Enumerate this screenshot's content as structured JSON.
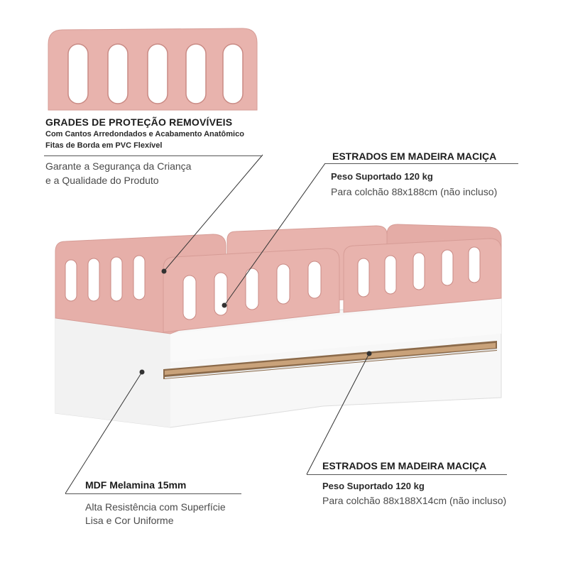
{
  "colors": {
    "rail_pink": "#e8b3ad",
    "rail_edge": "#d69c96",
    "rail_shadow": "#c98a84",
    "base_white": "#f7f7f7",
    "slat_wood": "#c9a27a",
    "leader_line": "#333333"
  },
  "callouts": {
    "guard_rails": {
      "title": "GRADES DE PROTEÇÃO REMOVÍVEIS",
      "line1": "Com Cantos Arredondados e Acabamento Anatômico",
      "line2": "Fitas de Borda em PVC Flexível",
      "desc1": "Garante a Segurança da Criança",
      "desc2": "e a Qualidade do Produto"
    },
    "top_slats": {
      "title": "ESTRADOS EM MADEIRA MACIÇA",
      "subtitle": "Peso Suportado 120 kg",
      "desc": "Para colchão 88x188cm (não incluso)"
    },
    "bottom_slats": {
      "title": "ESTRADOS EM MADEIRA MACIÇA",
      "subtitle": "Peso Suportado 120 kg",
      "desc": "Para colchão 88x188X14cm (não incluso)"
    },
    "mdf": {
      "title": "MDF Melamina 15mm",
      "desc1": "Alta Resistência com Superfície",
      "desc2": "Lisa e Cor Uniforme"
    }
  }
}
